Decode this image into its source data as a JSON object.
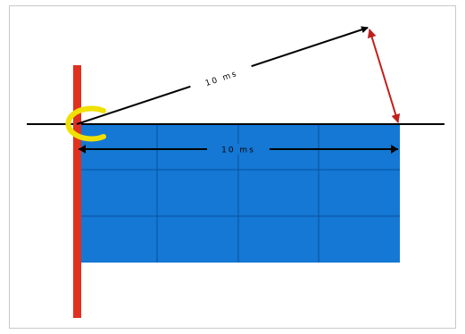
{
  "diagram": {
    "diagonal_label": "10 ms",
    "width_label": "10 ms",
    "colors": {
      "background": "#ffffff",
      "border": "#c8c8c8",
      "panel_fill": "#1478d4",
      "panel_grid": "#0a4f9a",
      "post": "#e03020",
      "ring": "#f0e000",
      "baseline": "#000000",
      "diagonal_arrow": "#000000",
      "vertical_arrow": "#c0201c"
    },
    "grid": {
      "columns": 4,
      "rows": 3
    }
  }
}
